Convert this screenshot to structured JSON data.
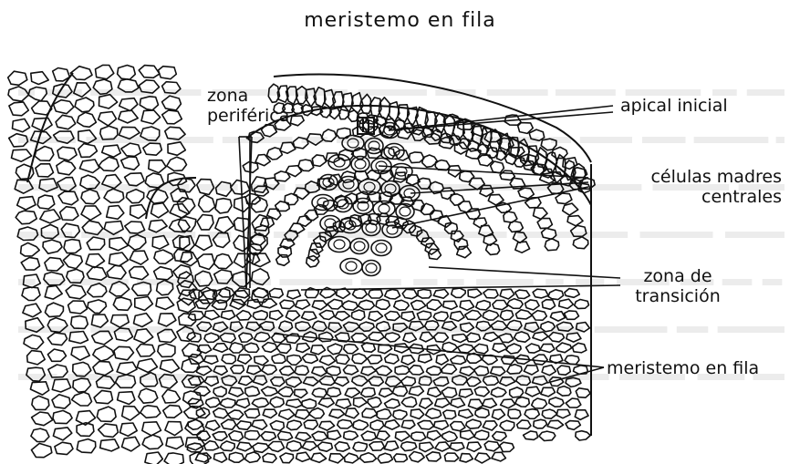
{
  "caption": "meristemo en fila",
  "labels": {
    "zona_periferica": [
      "zona",
      "periférica"
    ],
    "apical_inicial": "apical inicial",
    "celulas_madres": [
      "células madres",
      "centrales"
    ],
    "zona_transicion": [
      "zona de",
      "transición"
    ],
    "meristemo_fila": "meristemo en fila"
  },
  "colors": {
    "ink": "#111111",
    "paper": "#ffffff",
    "ghost_text": "#dcdcdc"
  }
}
